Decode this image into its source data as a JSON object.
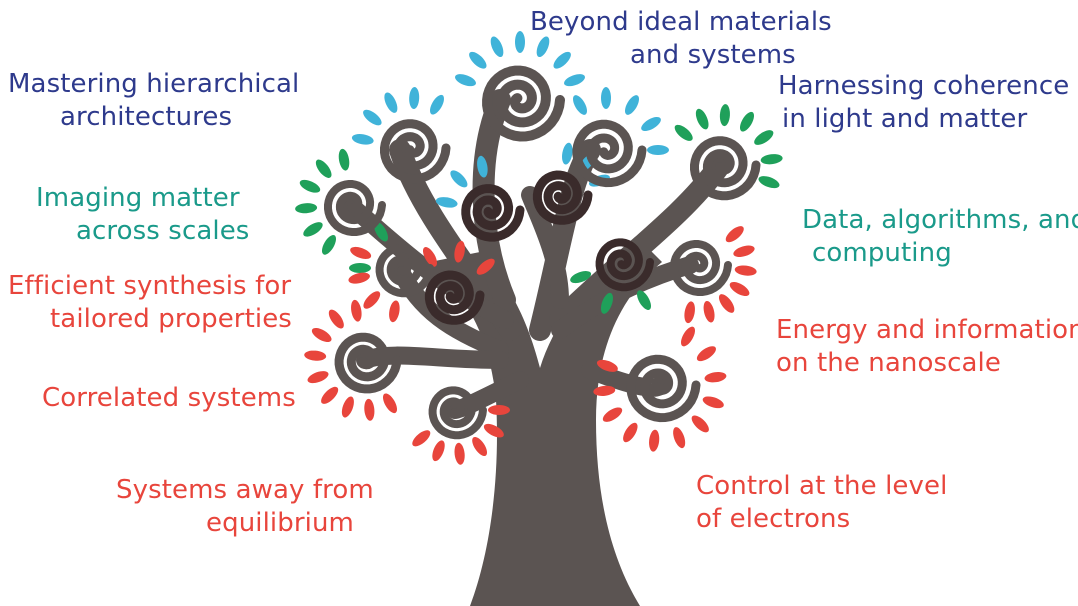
{
  "colors": {
    "trunk": "#5b5452",
    "dark_spiral": "#3a2b2b",
    "blue_leaf": "#40b3d9",
    "green_leaf": "#1fa05a",
    "red_leaf": "#e8453c",
    "label_blue": "#2e3a8c",
    "label_teal": "#1a9a8a",
    "label_red": "#e8453c"
  },
  "labels": {
    "beyond": [
      "Beyond ideal materials",
      "and systems"
    ],
    "mastering": [
      "Mastering hierarchical",
      "architectures"
    ],
    "coherence": [
      "Harnessing coherence",
      "in light and matter"
    ],
    "imaging": [
      "Imaging matter",
      "across scales"
    ],
    "data": [
      "Data, algorithms, and",
      "computing"
    ],
    "synthesis": [
      "Efficient synthesis for",
      "tailored properties"
    ],
    "energy": [
      "Energy and information",
      "on the nanoscale"
    ],
    "correlated": [
      "Correlated systems"
    ],
    "away": [
      "Systems away from",
      "equilibrium"
    ],
    "control": [
      "Control at the level",
      "of electrons"
    ]
  }
}
